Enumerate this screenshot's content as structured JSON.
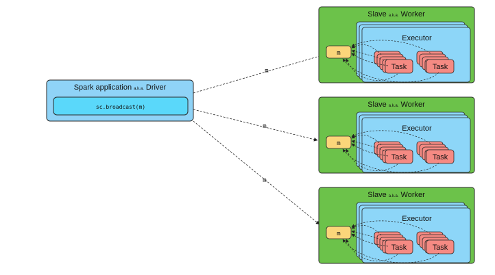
{
  "driver": {
    "title_main": "Spark application",
    "title_aka": "a.k.a.",
    "title_role": "Driver",
    "code": "sc.broadcast(m)"
  },
  "edge_label": "m",
  "workers": [
    {
      "title_main": "Slave",
      "title_aka": "a.k.a.",
      "title_role": "Worker",
      "executor_label": "Executor",
      "var_label": "m",
      "task_labels": [
        "Task",
        "Task"
      ]
    },
    {
      "title_main": "Slave",
      "title_aka": "a.k.a.",
      "title_role": "Worker",
      "executor_label": "Executor",
      "var_label": "m",
      "task_labels": [
        "Task",
        "Task"
      ]
    },
    {
      "title_main": "Slave",
      "title_aka": "a.k.a.",
      "title_role": "Worker",
      "executor_label": "Executor",
      "var_label": "m",
      "task_labels": [
        "Task",
        "Task"
      ]
    }
  ],
  "colors": {
    "driver_fill": "#8fd3f7",
    "code_fill": "#5ad8fa",
    "worker_fill": "#6cc24a",
    "executor_fill": "#8dd6f8",
    "task_fill": "#f58a83",
    "var_fill": "#fbd67a",
    "stroke": "#2a2a2a"
  }
}
